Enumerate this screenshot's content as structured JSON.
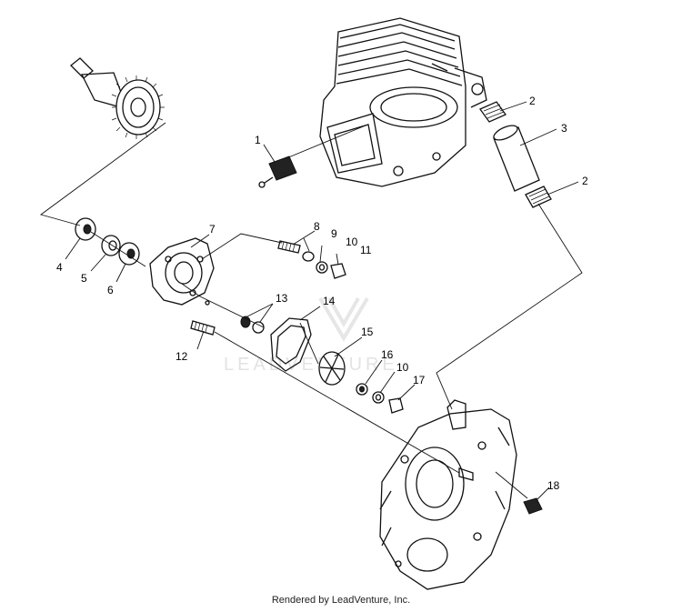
{
  "callouts": {
    "c1": "1",
    "c2a": "2",
    "c2b": "2",
    "c3": "3",
    "c4": "4",
    "c5": "5",
    "c6": "6",
    "c7": "7",
    "c8": "8",
    "c9": "9",
    "c10a": "10",
    "c10b": "10",
    "c11": "11",
    "c12": "12",
    "c13": "13",
    "c14": "14",
    "c15": "15",
    "c16": "16",
    "c17": "17",
    "c18": "18"
  },
  "watermark": {
    "text": "LEADVENTURE"
  },
  "footer": {
    "text": "Rendered by LeadVenture, Inc."
  }
}
